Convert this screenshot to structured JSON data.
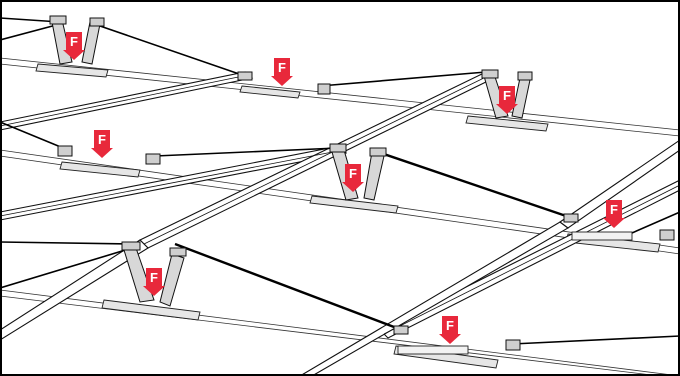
{
  "diagram": {
    "force_label": "F",
    "colors": {
      "force_marker": "#e8283b",
      "force_text": "#ffffff",
      "line": "#000000",
      "background": "#ffffff"
    },
    "force_markers": [
      {
        "label": "F"
      },
      {
        "label": "F"
      },
      {
        "label": "F"
      },
      {
        "label": "F"
      },
      {
        "label": "F"
      },
      {
        "label": "F"
      },
      {
        "label": "F"
      },
      {
        "label": "F"
      }
    ]
  }
}
